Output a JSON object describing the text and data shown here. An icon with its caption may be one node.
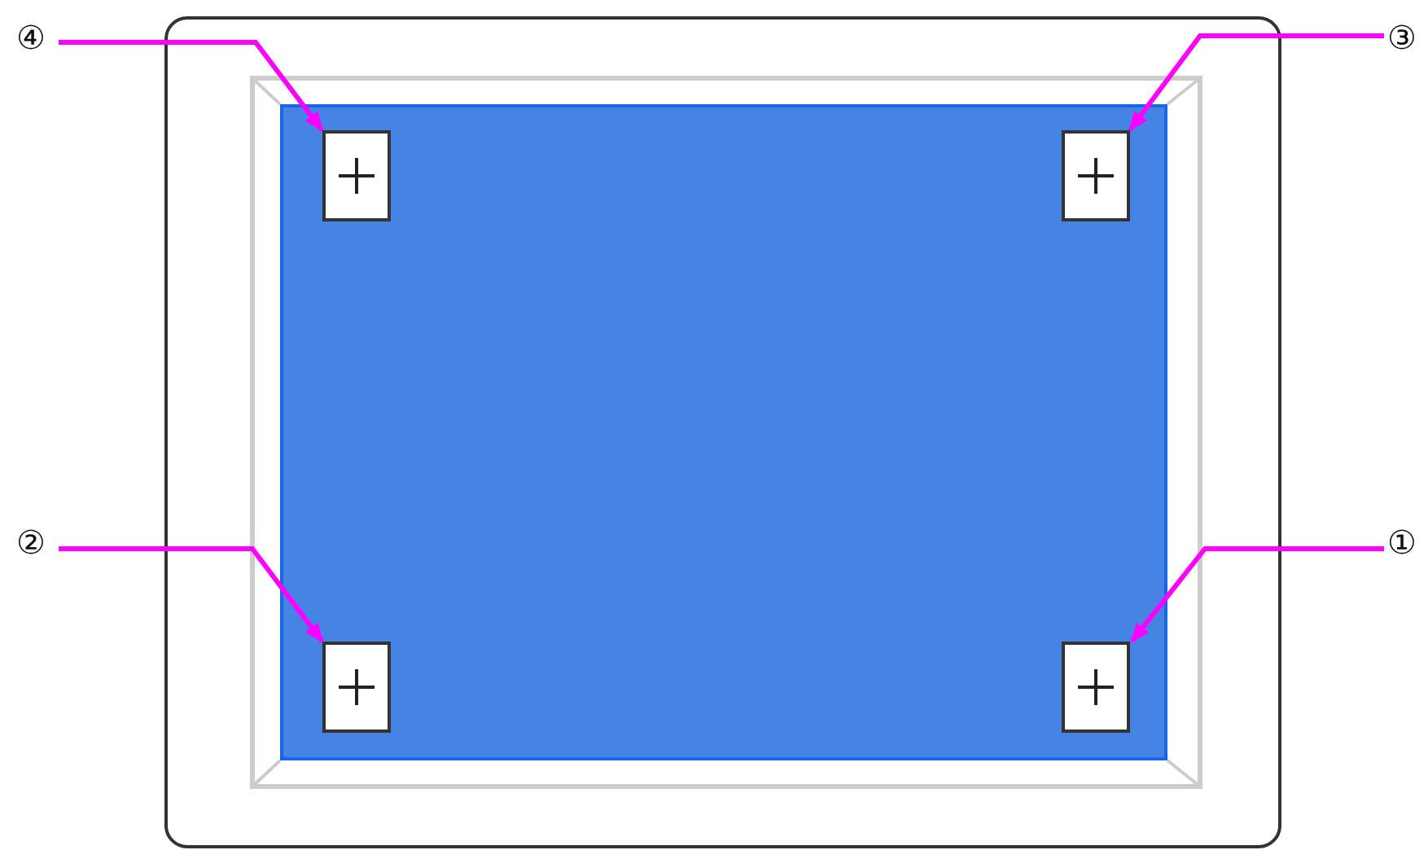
{
  "diagram": {
    "nodes": [
      {
        "text": [
          "④"
        ]
      },
      {
        "text": [
          "③"
        ]
      },
      {
        "text": [
          "②"
        ]
      },
      {
        "text": [
          "①"
        ]
      },
      {
        "text": [],
        "shape": "box"
      },
      {
        "text": [],
        "shape": "box"
      },
      {
        "text": [],
        "shape": "box"
      },
      {
        "text": [],
        "shape": "box"
      }
    ],
    "edges": [
      {
        "from": 0,
        "to": 4,
        "arrow": "to"
      },
      {
        "from": 1,
        "to": 5,
        "arrow": "to"
      },
      {
        "from": 2,
        "to": 6,
        "arrow": "to"
      },
      {
        "from": 3,
        "to": 7,
        "arrow": "to"
      }
    ]
  }
}
